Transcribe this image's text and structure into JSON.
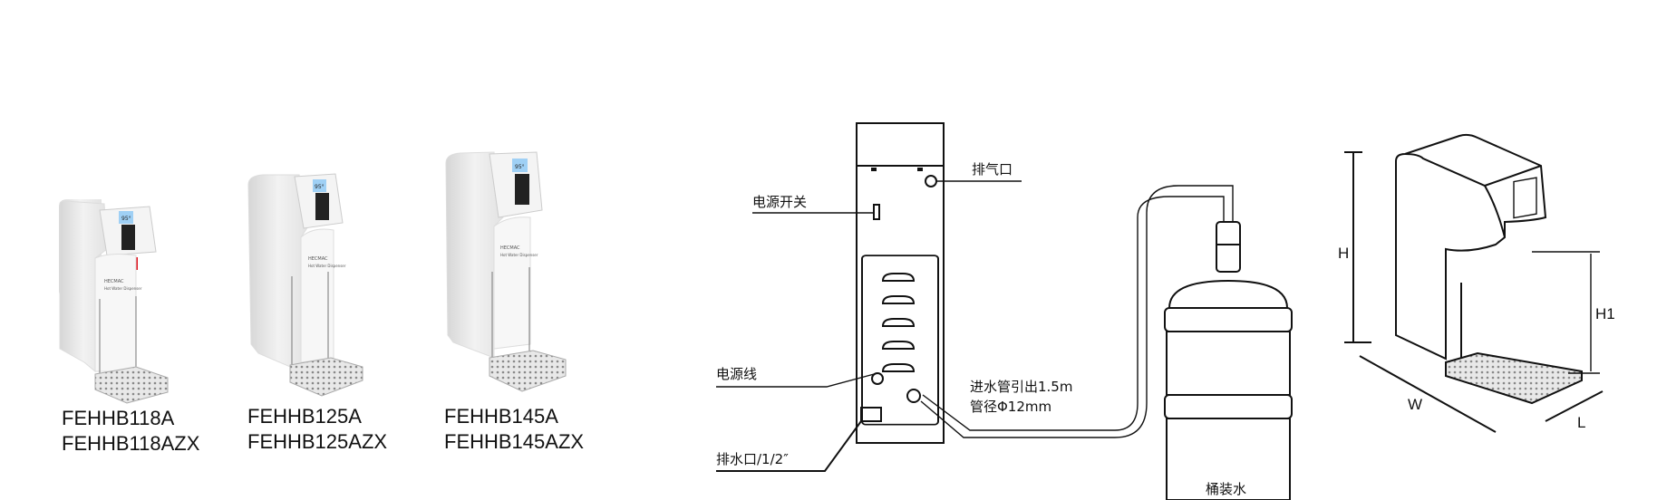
{
  "products": [
    {
      "models": [
        "FEHHB118A",
        "FEHHB118AZX"
      ],
      "display_temp": "95°",
      "brand": "HECMAC",
      "subtitle": "Hot Water Dispenser"
    },
    {
      "models": [
        "FEHHB125A",
        "FEHHB125AZX"
      ],
      "display_temp": "95°",
      "brand": "HECMAC",
      "subtitle": "Hot Water Dispenser"
    },
    {
      "models": [
        "FEHHB145A",
        "FEHHB145AZX"
      ],
      "display_temp": "95°",
      "brand": "HECMAC",
      "subtitle": "Hot Water Dispenser"
    }
  ],
  "installation": {
    "vent": "排气口",
    "power_switch": "电源开关",
    "power_cord": "电源线",
    "drain": "排水口/1/2″",
    "inlet_line1": "进水管引出1.5m",
    "inlet_line2": "管径Φ12mm",
    "bottle": "桶装水"
  },
  "dimensions": {
    "height": "H",
    "spout_height": "H1",
    "width": "W",
    "length": "L"
  },
  "colors": {
    "body": "#e9e9e9",
    "spout": "#e0141e",
    "screen": "#9fd0f5",
    "line": "#111111"
  }
}
